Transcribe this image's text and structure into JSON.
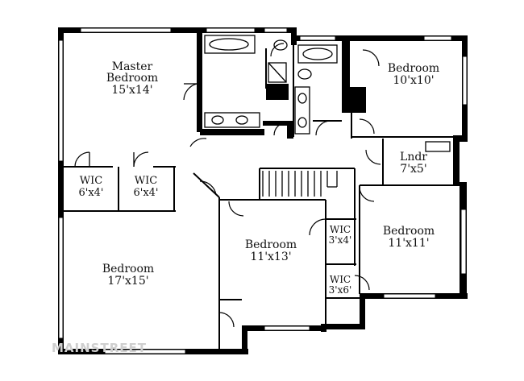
{
  "rooms": {
    "master": {
      "name_line1": "Master",
      "name_line2": "Bedroom",
      "size": "15'x14'"
    },
    "bed_ne": {
      "name": "Bedroom",
      "size": "10'x10'"
    },
    "laundry": {
      "name": "Lndr",
      "size": "7'x5'"
    },
    "wic_left": {
      "name": "WIC",
      "size": "6'x4'"
    },
    "wic_mid": {
      "name": "WIC",
      "size": "6'x4'"
    },
    "bed_sw": {
      "name": "Bedroom",
      "size": "17'x15'"
    },
    "bed_center": {
      "name": "Bedroom",
      "size": "11'x13'"
    },
    "wic_c1": {
      "name": "WIC",
      "size": "3'x4'"
    },
    "wic_c2": {
      "name": "WIC",
      "size": "3'x6'"
    },
    "bed_se": {
      "name": "Bedroom",
      "size": "11'x11'"
    }
  },
  "watermark": "MAINSTREET"
}
